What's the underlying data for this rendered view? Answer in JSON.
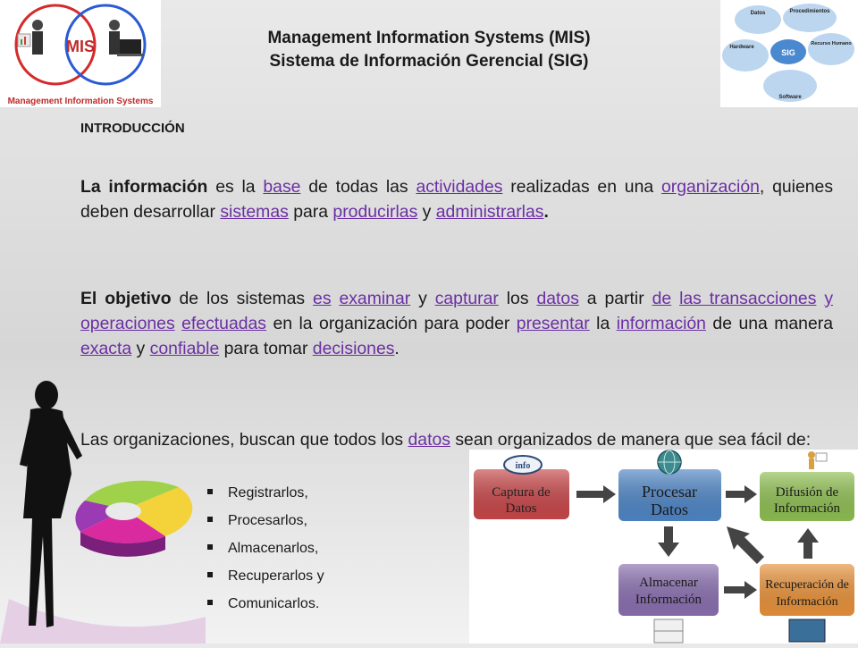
{
  "header": {
    "title_line1": "Management Information Systems (MIS)",
    "title_line2": "Sistema de Información Gerencial (SIG)",
    "logo_left_label": "MIS",
    "logo_left_caption": "Management Information Systems",
    "logo_right": {
      "center": "SIG",
      "nodes": [
        "Datos",
        "Procedimientos",
        "Recurso Humano",
        "Hardware",
        "Software"
      ]
    }
  },
  "section_heading": "INTRODUCCIÓN",
  "para1": {
    "bold": "La información",
    "t1": " es la ",
    "l1": "base",
    "t2": " de todas las ",
    "l2": "actividades",
    "t3": " realizadas en una ",
    "l3": "organización",
    "t4": ", quienes deben desarrollar ",
    "l4": "sistemas",
    "t5": " para ",
    "l5": "producirlas",
    "t6": " y ",
    "l6": "administrarlas",
    "t7": "."
  },
  "para2": {
    "bold": "El objetivo",
    "t1": " de los sistemas ",
    "l1": "es",
    "t2": " ",
    "l2": "examinar",
    "t3": " y ",
    "l3": "capturar",
    "t4": " los ",
    "l4": "datos",
    "t5": " a partir ",
    "l5": "de",
    "t6": " ",
    "l6": "las transacciones",
    "t7": " ",
    "l7": "y",
    "t8": " ",
    "l8": "operaciones",
    "t9": " ",
    "l9": "efectuadas",
    "t10": " en la organización para poder ",
    "l10": "presentar",
    "t11": " la ",
    "l11": "información",
    "t12": " de una manera ",
    "l12": "exacta",
    "t13": " y ",
    "l13": "confiable",
    "t14": " para tomar ",
    "l14": "decisiones",
    "t15": "."
  },
  "para3": {
    "t1": "Las organizaciones, buscan que todos los ",
    "l1": "datos",
    "t2": " sean organizados de manera que sea fácil de:"
  },
  "bullets": [
    "Registrarlos,",
    "Procesarlos,",
    "Almacenarlos,",
    "Recuperarlos y",
    "Comunicarlos."
  ],
  "flow": {
    "captura": [
      "Captura de",
      "Datos"
    ],
    "procesar": [
      "Procesar",
      "Datos"
    ],
    "difusion": [
      "Difusión de",
      "Información"
    ],
    "almacenar": [
      "Almacenar",
      "Información"
    ],
    "recuperacion": [
      "Recuperación de",
      "Información"
    ],
    "info_badge": "info"
  },
  "colors": {
    "link": "#6b2fa3",
    "captura": "#c8474a",
    "procesar": "#4f86c6",
    "difusion": "#8fbf52",
    "almacenar": "#8a6fb0",
    "recuperacion": "#e8923a"
  }
}
